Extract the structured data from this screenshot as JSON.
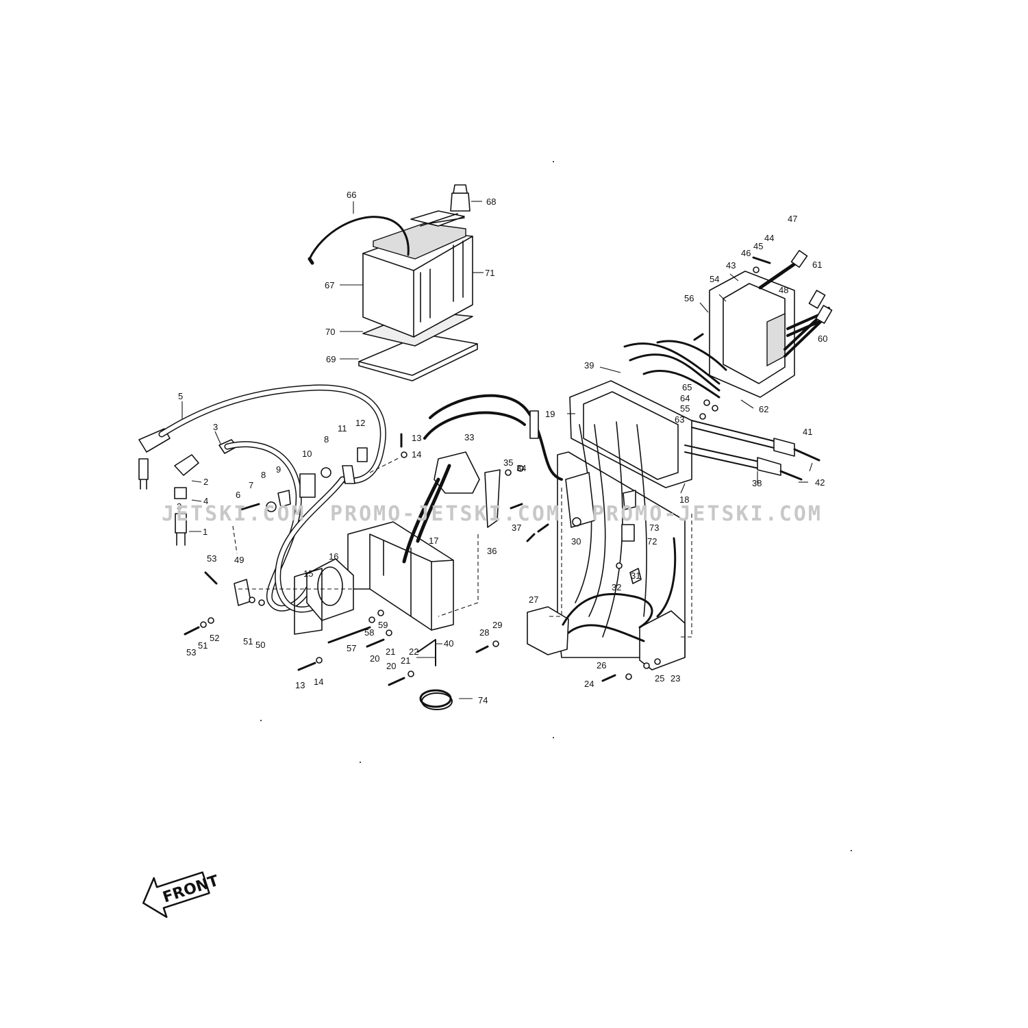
{
  "watermark": {
    "left": "JETSKI.COM",
    "middle": "PROMO-JETSKI.COM",
    "right": "PROMO-JETSKI.COM"
  },
  "orientation_label": "FRONT",
  "callouts": [
    {
      "id": "1",
      "text": "1"
    },
    {
      "id": "2",
      "text": "2"
    },
    {
      "id": "3a",
      "text": "3"
    },
    {
      "id": "3b",
      "text": "3"
    },
    {
      "id": "4",
      "text": "4"
    },
    {
      "id": "5",
      "text": "5"
    },
    {
      "id": "6",
      "text": "6"
    },
    {
      "id": "7",
      "text": "7"
    },
    {
      "id": "8a",
      "text": "8"
    },
    {
      "id": "8b",
      "text": "8"
    },
    {
      "id": "9",
      "text": "9"
    },
    {
      "id": "10",
      "text": "10"
    },
    {
      "id": "11",
      "text": "11"
    },
    {
      "id": "12",
      "text": "12"
    },
    {
      "id": "13a",
      "text": "13"
    },
    {
      "id": "13b",
      "text": "13"
    },
    {
      "id": "14a",
      "text": "14"
    },
    {
      "id": "14b",
      "text": "14"
    },
    {
      "id": "15",
      "text": "15"
    },
    {
      "id": "16",
      "text": "16"
    },
    {
      "id": "17",
      "text": "17"
    },
    {
      "id": "18",
      "text": "18"
    },
    {
      "id": "19",
      "text": "19"
    },
    {
      "id": "20a",
      "text": "20"
    },
    {
      "id": "20b",
      "text": "20"
    },
    {
      "id": "21a",
      "text": "21"
    },
    {
      "id": "21b",
      "text": "21"
    },
    {
      "id": "22",
      "text": "22"
    },
    {
      "id": "23",
      "text": "23"
    },
    {
      "id": "24",
      "text": "24"
    },
    {
      "id": "25",
      "text": "25"
    },
    {
      "id": "26",
      "text": "26"
    },
    {
      "id": "27",
      "text": "27"
    },
    {
      "id": "28",
      "text": "28"
    },
    {
      "id": "29",
      "text": "29"
    },
    {
      "id": "30",
      "text": "30"
    },
    {
      "id": "31",
      "text": "31"
    },
    {
      "id": "32",
      "text": "32"
    },
    {
      "id": "33",
      "text": "33"
    },
    {
      "id": "34",
      "text": "34"
    },
    {
      "id": "35",
      "text": "35"
    },
    {
      "id": "36",
      "text": "36"
    },
    {
      "id": "37",
      "text": "37"
    },
    {
      "id": "38",
      "text": "38"
    },
    {
      "id": "39",
      "text": "39"
    },
    {
      "id": "40",
      "text": "40"
    },
    {
      "id": "41",
      "text": "41"
    },
    {
      "id": "42",
      "text": "42"
    },
    {
      "id": "43",
      "text": "43"
    },
    {
      "id": "44",
      "text": "44"
    },
    {
      "id": "45",
      "text": "45"
    },
    {
      "id": "46",
      "text": "46"
    },
    {
      "id": "47",
      "text": "47"
    },
    {
      "id": "48",
      "text": "48"
    },
    {
      "id": "49",
      "text": "49"
    },
    {
      "id": "50",
      "text": "50"
    },
    {
      "id": "51a",
      "text": "51"
    },
    {
      "id": "51b",
      "text": "51"
    },
    {
      "id": "52",
      "text": "52"
    },
    {
      "id": "53a",
      "text": "53"
    },
    {
      "id": "53b",
      "text": "53"
    },
    {
      "id": "54",
      "text": "54"
    },
    {
      "id": "55",
      "text": "55"
    },
    {
      "id": "56",
      "text": "56"
    },
    {
      "id": "57",
      "text": "57"
    },
    {
      "id": "58",
      "text": "58"
    },
    {
      "id": "59",
      "text": "59"
    },
    {
      "id": "60",
      "text": "60"
    },
    {
      "id": "61",
      "text": "61"
    },
    {
      "id": "62",
      "text": "62"
    },
    {
      "id": "63",
      "text": "63"
    },
    {
      "id": "64",
      "text": "64"
    },
    {
      "id": "65",
      "text": "65"
    },
    {
      "id": "66",
      "text": "66"
    },
    {
      "id": "67",
      "text": "67"
    },
    {
      "id": "68",
      "text": "68"
    },
    {
      "id": "69",
      "text": "69"
    },
    {
      "id": "70",
      "text": "70"
    },
    {
      "id": "71",
      "text": "71"
    },
    {
      "id": "72",
      "text": "72"
    },
    {
      "id": "73",
      "text": "73"
    },
    {
      "id": "74",
      "text": "74"
    }
  ]
}
